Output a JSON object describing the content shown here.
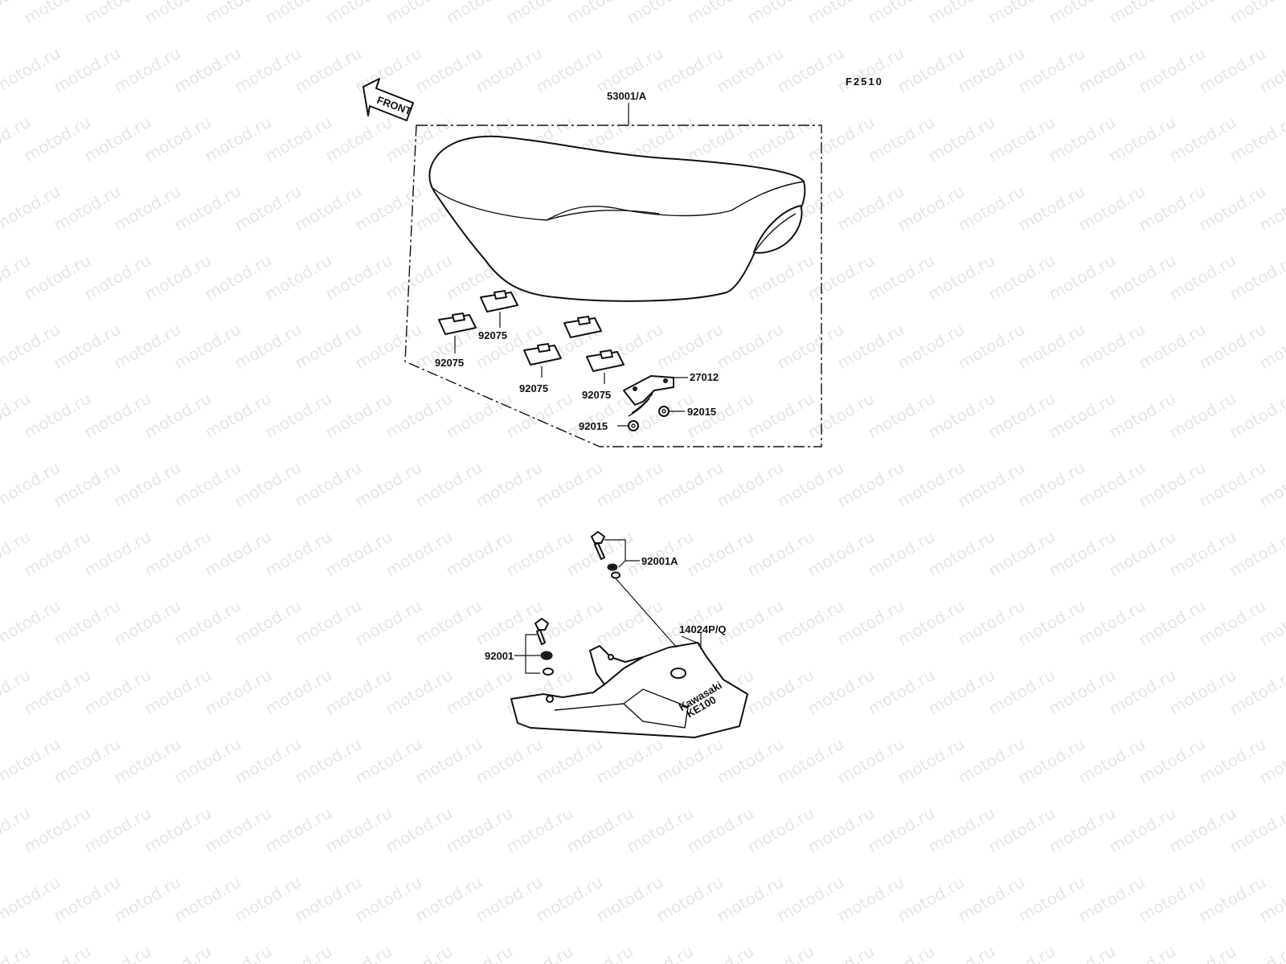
{
  "figure_code": "F2510",
  "watermark": "motod.ru",
  "front_arrow": "FRONT",
  "logo_text": [
    "Kawasaki",
    "KE100"
  ],
  "colors": {
    "ink": "#111111",
    "paper": "#ffffff"
  },
  "labels": {
    "seat": "53001/A",
    "damper_a": "92075",
    "damper_b": "92075",
    "damper_c": "92075",
    "damper_d": "92075",
    "hook": "27012",
    "nut_a": "92015",
    "nut_b": "92015",
    "bolt_a": "92001A",
    "grip": "14024P/Q",
    "bolt_b": "92001"
  }
}
